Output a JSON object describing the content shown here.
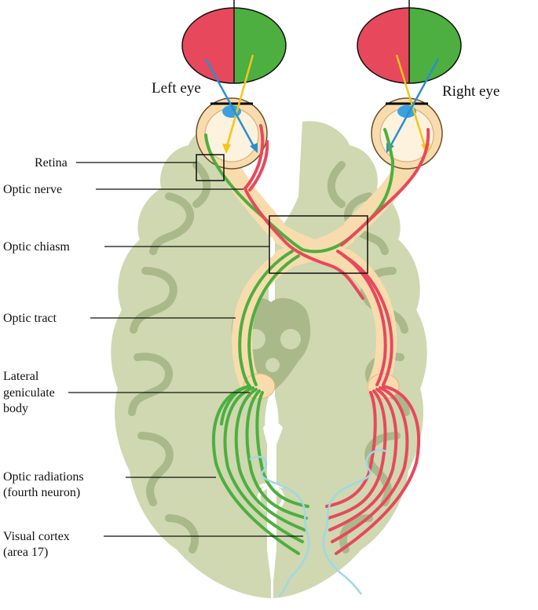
{
  "eye_labels": {
    "left": "Left eye",
    "right": "Right eye"
  },
  "labels": {
    "retina": "Retina",
    "optic_nerve": "Optic nerve",
    "optic_chiasm": "Optic chiasm",
    "optic_tract": "Optic tract",
    "lgb_line1": "Lateral",
    "lgb_line2": "geniculate",
    "lgb_line3": "body",
    "radiations_line1": "Optic radiations",
    "radiations_line2": "(fourth neuron)",
    "cortex_line1": "Visual cortex",
    "cortex_line2": "(area 17)"
  },
  "colors": {
    "left_visual_field": "#e8485c",
    "right_visual_field": "#4caf3f",
    "temporal_pathway_red": "#e8485c",
    "nasal_pathway_green": "#4caf3f",
    "light_ray_yellow": "#f5c518",
    "light_ray_blue": "#2a8fd0",
    "brain_fill": "#cfd8b0",
    "brain_folds": "#a9b98a",
    "pathway_fill": "#f8dcae",
    "cortex_outline": "#9fd8e6"
  }
}
